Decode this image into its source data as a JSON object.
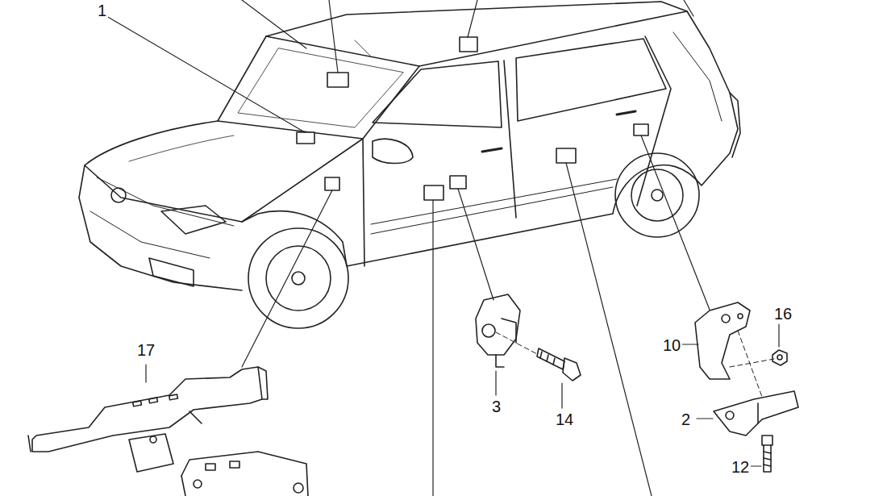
{
  "diagram": {
    "labels": [
      "1",
      "17",
      "3",
      "14",
      "10",
      "16",
      "2",
      "12"
    ]
  }
}
